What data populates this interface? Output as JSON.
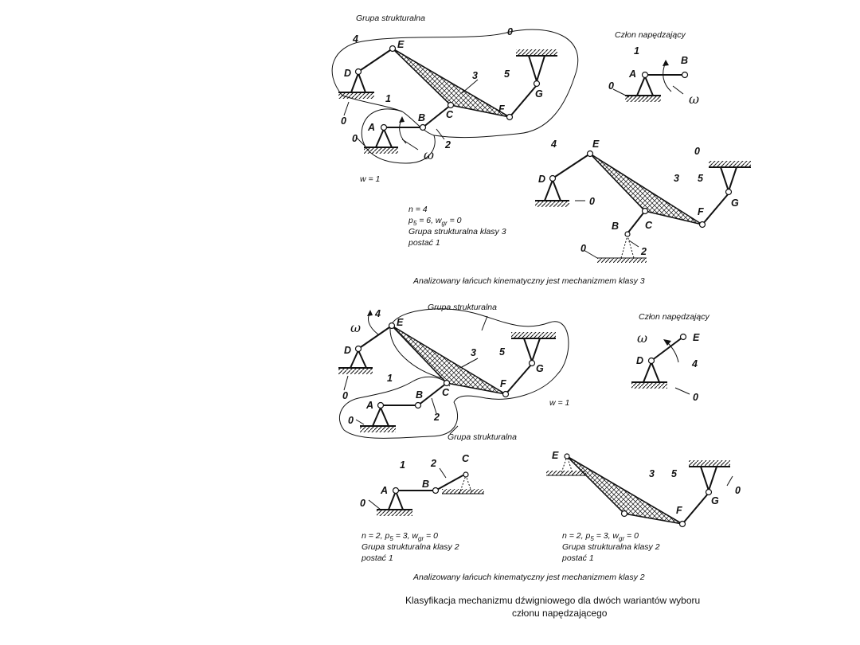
{
  "labels": {
    "grupa": "Grupa strukturalna",
    "czlon": "Człon napędzający",
    "w1": "w = 1",
    "n4": "n = 4",
    "p6_pre": "p",
    "p6_sub": "5",
    "p6_post": " = 6, w",
    "p6_gr": "gr",
    "p6_end": " = 0",
    "klasa3": "Grupa strukturalna klasy 3",
    "postac1": "postać 1",
    "analiza3": "Analizowany łańcuch kinematyczny jest mechanizmem klasy 3",
    "n2_pre": "n = 2, p",
    "n2_sub": "5",
    "n2_post": " = 3, w",
    "n2_gr": "gr",
    "n2_end": " = 0",
    "klasa2": "Grupa strukturalna klasy 2",
    "analiza2": "Analizowany łańcuch kinematyczny jest mechanizmem klasy 2",
    "caption1": "Klasyfikacja mechanizmu dźwigniowego dla dwóch wariantów wyboru",
    "caption2": "członu napędzającego"
  },
  "points": {
    "A": "A",
    "B": "B",
    "C": "C",
    "D": "D",
    "E": "E",
    "F": "F",
    "G": "G"
  },
  "links": {
    "l0": "0",
    "l1": "1",
    "l2": "2",
    "l3": "3",
    "l4": "4",
    "l5": "5"
  },
  "omega": "ω"
}
